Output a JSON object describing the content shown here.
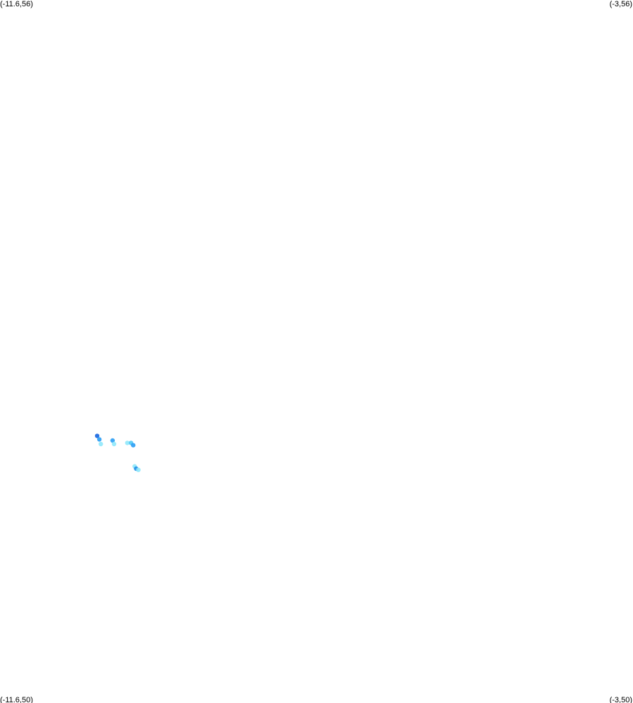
{
  "corners": {
    "top_left": "(-11.6,56)",
    "top_right": "(-3,56)",
    "bottom_left": "(-11.6,50)",
    "bottom_right": "(-3,50)"
  },
  "extent": {
    "lon_min": -11.6,
    "lon_max": -3,
    "lat_min": 50,
    "lat_max": 56
  },
  "colors": {
    "background": "#ffffff",
    "dark_blue": "#1565e0",
    "mid_blue": "#2a9df4",
    "light_cyan": "#8fe8fb"
  },
  "markers": [
    {
      "lon": -10.28,
      "lat": 52.28,
      "color": "#1565e0"
    },
    {
      "lon": -10.25,
      "lat": 52.25,
      "color": "#2a9df4"
    },
    {
      "lon": -10.23,
      "lat": 52.21,
      "color": "#8fe8fb"
    },
    {
      "lon": -10.07,
      "lat": 52.24,
      "color": "#2a9df4"
    },
    {
      "lon": -10.05,
      "lat": 52.21,
      "color": "#8fe8fb"
    },
    {
      "lon": -9.87,
      "lat": 52.22,
      "color": "#8fe8fb"
    },
    {
      "lon": -9.82,
      "lat": 52.22,
      "color": "#4fc8f6"
    },
    {
      "lon": -9.79,
      "lat": 52.2,
      "color": "#2a9df4"
    },
    {
      "lon": -9.77,
      "lat": 52.02,
      "color": "#8fe8fb"
    },
    {
      "lon": -9.75,
      "lat": 52.0,
      "color": "#1f8fe8"
    },
    {
      "lon": -9.72,
      "lat": 51.99,
      "color": "#8fe8fb"
    }
  ]
}
